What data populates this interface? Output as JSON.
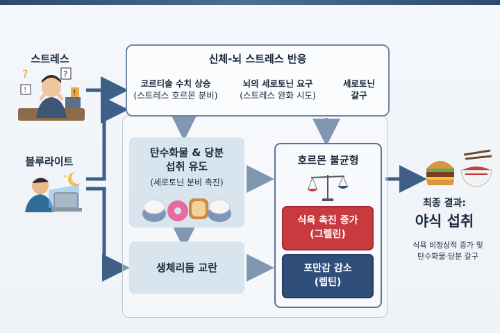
{
  "inputs": {
    "stress": {
      "label": "스트레스",
      "icon": "stressed-person-icon"
    },
    "bluelight": {
      "label": "블루라이트",
      "icon": "person-at-laptop-night-icon"
    }
  },
  "body_brain_panel": {
    "title": "신체-뇌 스트레스 반응",
    "steps": [
      {
        "main": "코르티솔 수치 상승",
        "sub": "(스트레스 호르몬 분비)"
      },
      {
        "main": "뇌의 세로토닌 요구",
        "sub": "(스트레스 완화 시도)"
      },
      {
        "main": "세로토닌",
        "sub": "갈구"
      }
    ]
  },
  "carb_box": {
    "line1": "탄수화물 & 당분",
    "line2": "섭취 유도",
    "sub": "(세로토닌 분비 촉진)",
    "icon": "rice-donut-bread-icon"
  },
  "circadian_box": {
    "label": "생체리듬 교란"
  },
  "hormone_box": {
    "title": "호르몬 불균형",
    "icon": "balance-scale-icon",
    "increase": {
      "line1": "식욕 촉진 증가",
      "line2": "(그렐린)",
      "color": "#c93a3e"
    },
    "decrease": {
      "line1": "포만감 감소",
      "line2": "(렙틴)",
      "color": "#2f4e79"
    }
  },
  "result": {
    "title": "최종 결과:",
    "big": "야식 섭취",
    "desc1": "식욕 비정상적 증가 및",
    "desc2": "탄수화물·당분 갈구",
    "icon": "burger-ramen-icon"
  },
  "colors": {
    "arrow": "#3d5f88",
    "panel_border": "#6d87a4"
  }
}
